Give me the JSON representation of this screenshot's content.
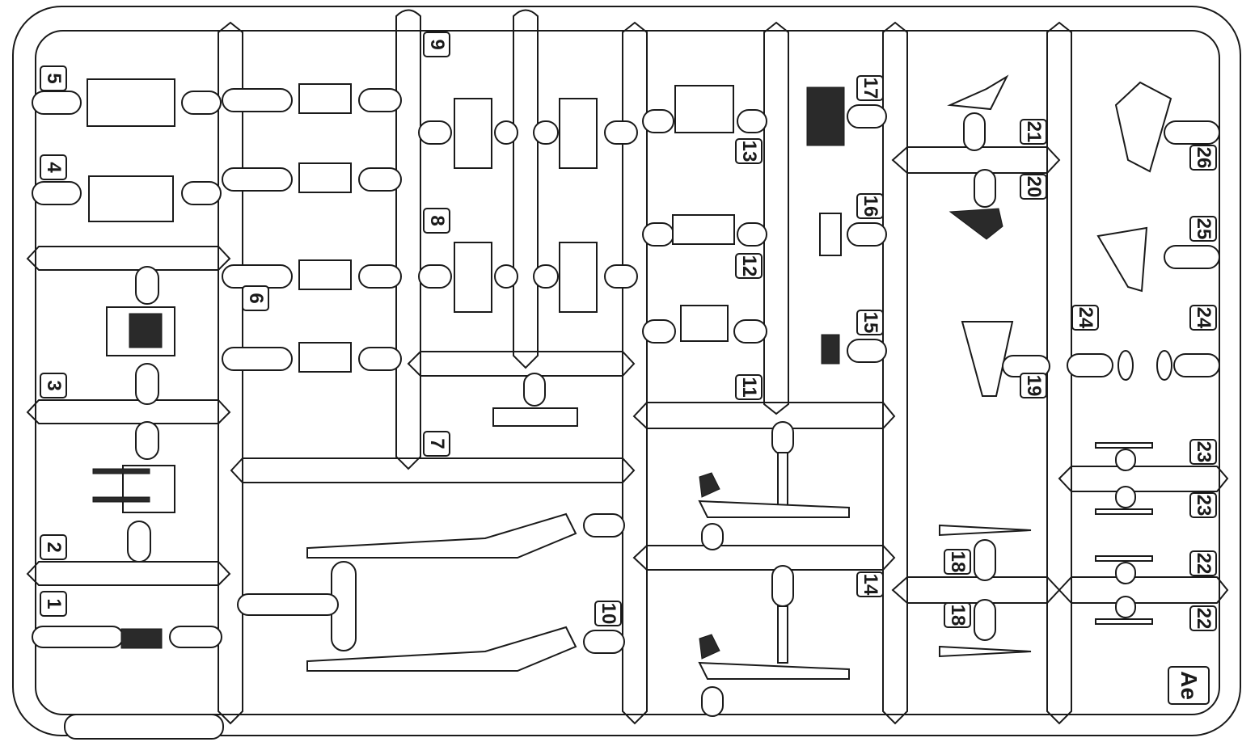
{
  "sprue": {
    "code": "Ae",
    "labels": {
      "p1": "1",
      "p2": "2",
      "p3": "3",
      "p4": "4",
      "p5": "5",
      "p6": "6",
      "p7": "7",
      "p8": "8",
      "p9": "9",
      "p10": "10",
      "p11": "11",
      "p12": "12",
      "p13": "13",
      "p14": "14",
      "p15": "15",
      "p16": "16",
      "p17": "17",
      "p18a": "18",
      "p18b": "18",
      "p19": "19",
      "p20": "20",
      "p21": "21",
      "p22a": "22",
      "p22b": "22",
      "p23a": "23",
      "p23b": "23",
      "p24a": "24",
      "p24b": "24",
      "p25": "25",
      "p26": "26"
    }
  }
}
